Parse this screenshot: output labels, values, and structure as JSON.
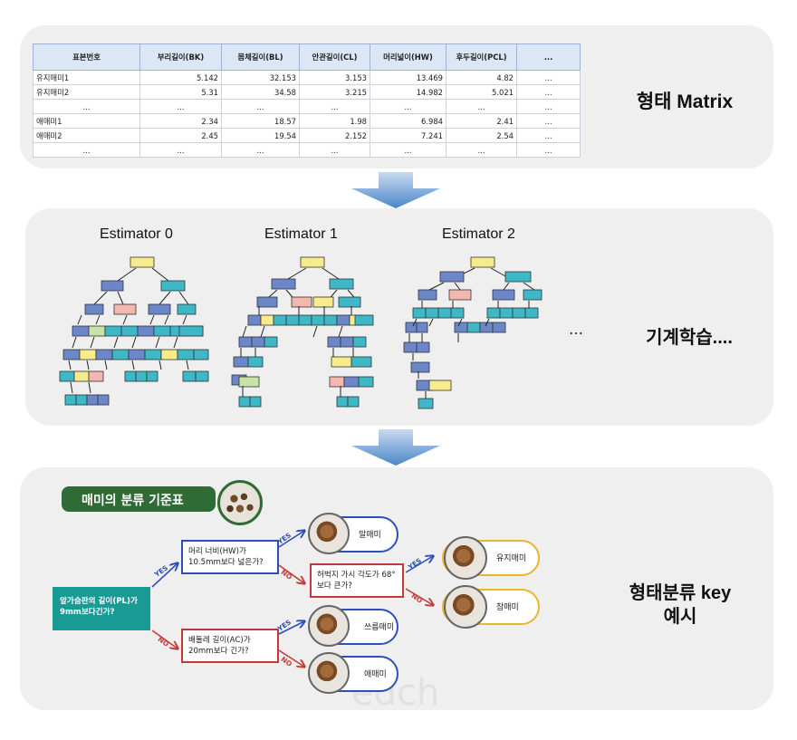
{
  "matrix": {
    "label": "형태 Matrix",
    "headers": [
      "표본번호",
      "부리길이(BK)",
      "몸체길이(BL)",
      "안관길이(CL)",
      "머리넓이(HW)",
      "후두길이(PCL)",
      "..."
    ],
    "rows": [
      [
        "유지매미1",
        "5.142",
        "32.153",
        "3.153",
        "13.469",
        "4.82",
        "..."
      ],
      [
        "유지매미2",
        "5.31",
        "34.58",
        "3.215",
        "14.982",
        "5.021",
        "..."
      ],
      [
        "...",
        "...",
        "...",
        "...",
        "...",
        "...",
        "..."
      ],
      [
        "애매미1",
        "2.34",
        "18.57",
        "1.98",
        "6.984",
        "2.41",
        "..."
      ],
      [
        "애매미2",
        "2.45",
        "19.54",
        "2.152",
        "7.241",
        "2.54",
        "..."
      ],
      [
        "...",
        "...",
        "...",
        "...",
        "...",
        "...",
        "..."
      ]
    ]
  },
  "ml": {
    "label": "기계학습....",
    "estimators": [
      "Estimator 0",
      "Estimator 1",
      "Estimator 2"
    ],
    "ellipsis": "…"
  },
  "key": {
    "label_line1": "형태분류 key",
    "label_line2": "예시",
    "title": "매미의 분류 기준표",
    "root_question": "앞가슴판의 길이(PL)가 9mm보다긴가?",
    "q_head_width": "머리 너비(HW)가 10.5mm보다 넓은가?",
    "q_abdomen": "배둘레 길이(AC)가 20mm보다 긴가?",
    "q_spine_angle": "허벅지 가시 각도가 68°보다 큰가?",
    "species": [
      "말매미",
      "유지매미",
      "참매미",
      "쓰름매미",
      "애매미"
    ],
    "yes": "YES",
    "no": "NO",
    "watermark": "edch"
  },
  "colors": {
    "panel": "#efefef",
    "arrow": "#4a86c8",
    "node_blue": "#6b86c9",
    "node_teal": "#3cb8c6",
    "node_yellow": "#f7eb8c",
    "node_pink": "#f2b8b0",
    "node_green": "#c7e3a8",
    "key_teal": "#1a9a95",
    "key_blue": "#2e4fb9",
    "key_red": "#c43a3a",
    "species_yellow": "#e8b82a"
  }
}
